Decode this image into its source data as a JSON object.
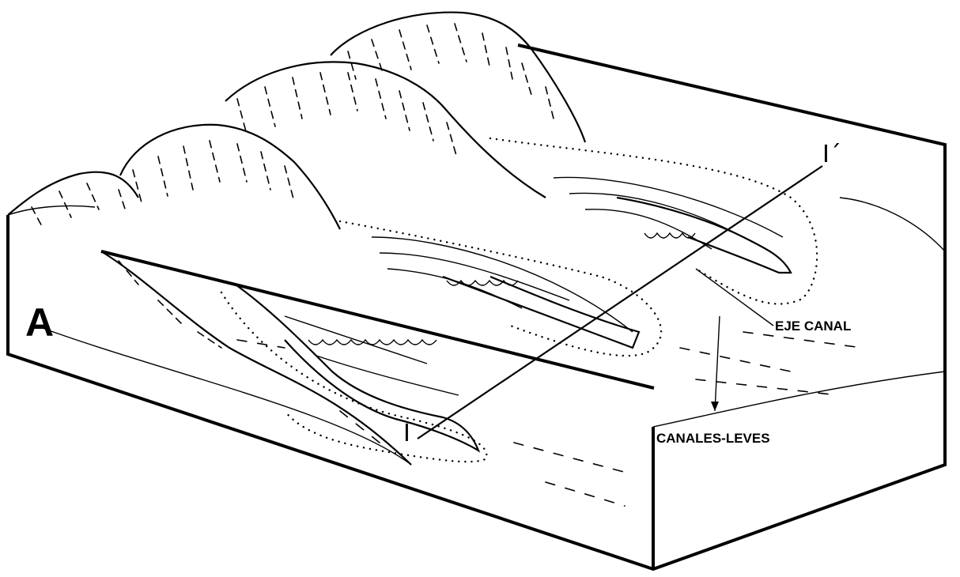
{
  "figure": {
    "panel_label": "A",
    "section_start_label": "I",
    "section_end_label": "I´",
    "channel_axis_label": "EJE CANAL",
    "channel_levees_label": "CANALES-LEVES"
  },
  "colors": {
    "ink": "#000000",
    "paper": "#ffffff"
  }
}
